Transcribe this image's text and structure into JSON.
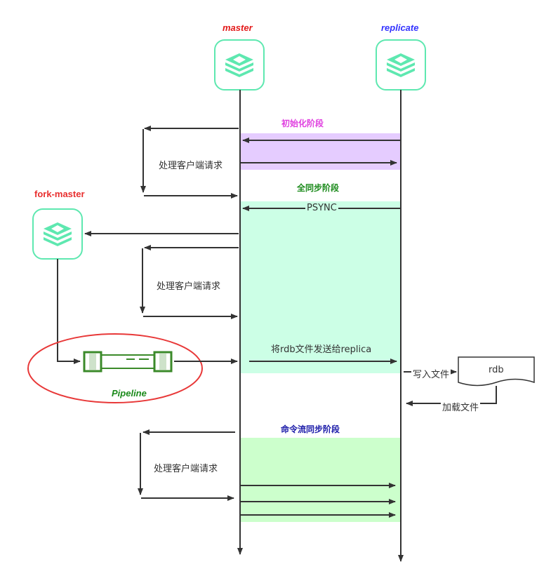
{
  "roles": {
    "master": "master",
    "replicate": "replicate",
    "fork_master": "fork-master",
    "pipeline": "Pipeline"
  },
  "phases": {
    "init": "初始化阶段",
    "full_sync": "全同步阶段",
    "cmd_sync": "命令流同步阶段"
  },
  "messages": {
    "handle_req_1": "处理客户端请求",
    "psync": "PSYNC",
    "handle_req_2": "处理客户端请求",
    "send_rdb": "将rdb文件发送给replica",
    "write_file": "写入文件",
    "rdb": "rdb",
    "load_file": "加载文件",
    "handle_req_3": "处理客户端请求"
  },
  "colors": {
    "master_label": "#e31a1a",
    "replicate_label": "#3333ff",
    "fork_label": "#e82e2e",
    "pipeline_label": "#1a8a1a",
    "init_phase": "#e040e0",
    "full_phase": "#1a8a1a",
    "cmd_phase": "#1a1aa8",
    "init_band": "#e5ccff",
    "full_band": "#ccffe6",
    "cmd_band": "#ccffcc",
    "redis_icon": "#5ee8b0",
    "ellipse": "#e83838",
    "pipe": "#3b8a2a",
    "line": "#333333"
  },
  "icons": [
    "redis-logo-icon",
    "pipeline-icon",
    "document-icon"
  ]
}
